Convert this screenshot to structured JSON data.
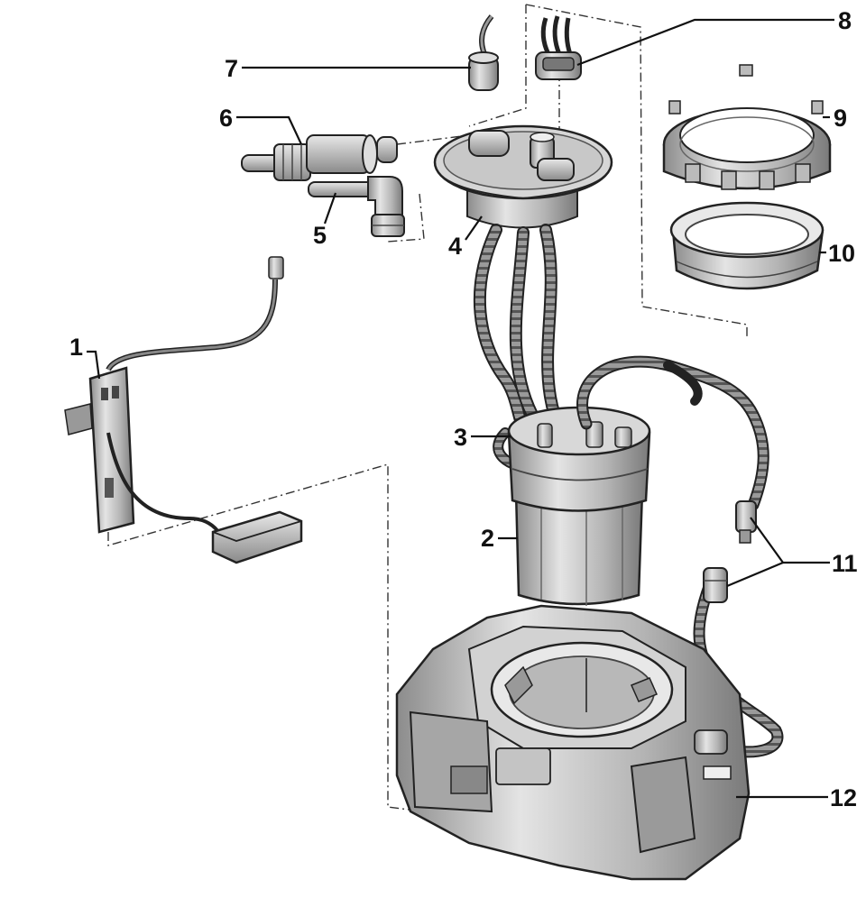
{
  "diagram": {
    "background": "#ffffff",
    "line_color": "#111111",
    "part_fill": "#bdbdbd",
    "part_shade": "#8a8a8a",
    "part_light": "#e6e6e6",
    "callouts": [
      {
        "id": "1",
        "text": "1"
      },
      {
        "id": "2",
        "text": "2"
      },
      {
        "id": "3",
        "text": "3"
      },
      {
        "id": "4",
        "text": "4"
      },
      {
        "id": "5",
        "text": "5"
      },
      {
        "id": "6",
        "text": "6"
      },
      {
        "id": "7",
        "text": "7"
      },
      {
        "id": "8",
        "text": "8"
      },
      {
        "id": "9",
        "text": "9"
      },
      {
        "id": "10",
        "text": "10"
      },
      {
        "id": "11",
        "text": "11"
      },
      {
        "id": "12",
        "text": "12"
      }
    ]
  }
}
